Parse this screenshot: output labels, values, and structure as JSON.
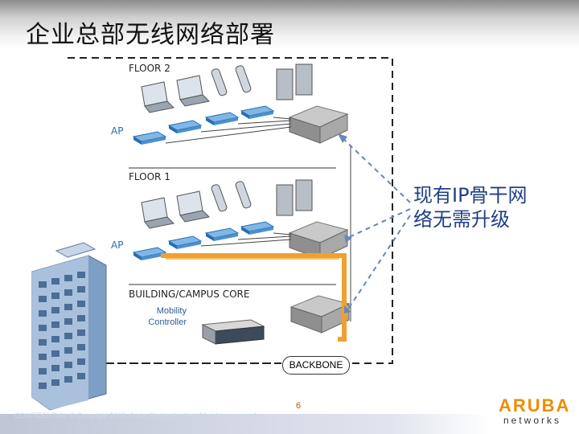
{
  "title": "企业总部无线网络部署",
  "labels": {
    "floor2": "FLOOR 2",
    "floor1": "FLOOR 1",
    "ap_top": "AP",
    "ap_bottom": "AP",
    "core": "BUILDING/CAMPUS CORE",
    "controller_line1": "Mobility",
    "controller_line2": "Controller",
    "backbone": "BACKBONE"
  },
  "callout": {
    "line1": "现有IP骨干网",
    "line2": "络无需升级"
  },
  "page_number": "6",
  "footer_text": "CONFIDENTIAL © Copyright 2009. Aruba Networks, Inc. All rights reserved",
  "logo": {
    "main": "ARUBA",
    "sub": "networks",
    "color": "#f08c00"
  },
  "colors": {
    "accent_orange": "#f0a030",
    "callout_text": "#1f3f86",
    "ap_blue": "#2a6cb2"
  }
}
